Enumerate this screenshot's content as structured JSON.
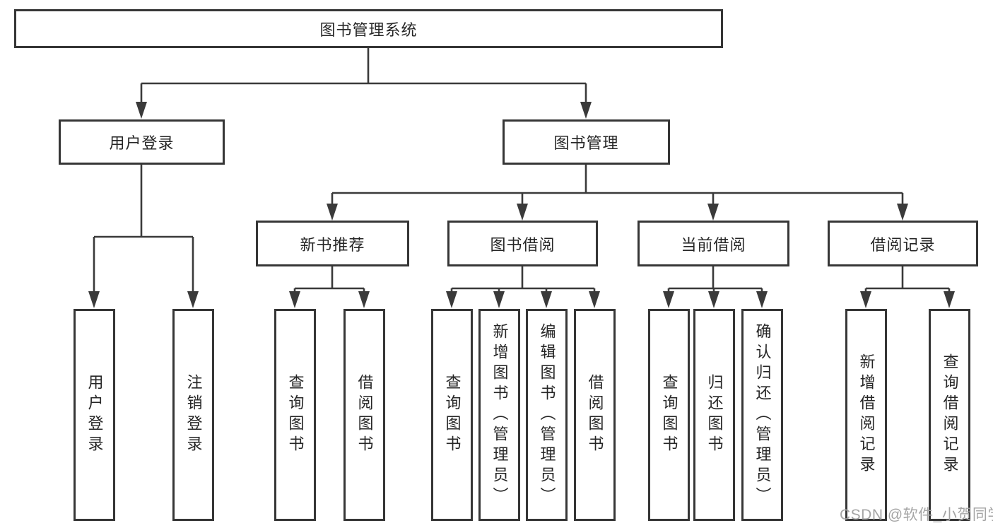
{
  "colors": {
    "background": "#ffffff",
    "line": "#3a3a3a",
    "box_border": "#363636",
    "text": "#262626",
    "watermark": "#a5a5a5"
  },
  "tree": {
    "root": "图书管理系统",
    "branches": [
      {
        "label": "用户登录",
        "children": [
          "用户登录",
          "注销登录"
        ]
      },
      {
        "label": "图书管理",
        "sections": [
          {
            "label": "新书推荐",
            "children": [
              "查询图书",
              "借阅图书"
            ]
          },
          {
            "label": "图书借阅",
            "children": [
              "查询图书",
              "新增图书（管理员）",
              "编辑图书（管理员）",
              "借阅图书"
            ]
          },
          {
            "label": "当前借阅",
            "children": [
              "查询图书",
              "归还图书",
              "确认归还（管理员）"
            ]
          },
          {
            "label": "借阅记录",
            "children": [
              "新增借阅记录",
              "查询借阅记录"
            ]
          }
        ]
      }
    ]
  },
  "watermark": "CSDN @软件_小贺同学"
}
